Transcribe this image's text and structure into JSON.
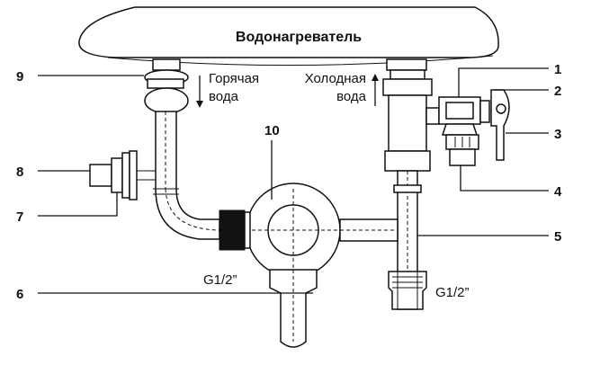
{
  "title": "Водонагреватель",
  "hot_water": [
    "Горячая",
    "вода"
  ],
  "cold_water": [
    "Холодная",
    "вода"
  ],
  "thread_left": "G1/2”",
  "thread_right": "G1/2”",
  "callouts": {
    "c1": "1",
    "c2": "2",
    "c3": "3",
    "c4": "4",
    "c5": "5",
    "c6": "6",
    "c7": "7",
    "c8": "8",
    "c9": "9",
    "c10": "10"
  }
}
